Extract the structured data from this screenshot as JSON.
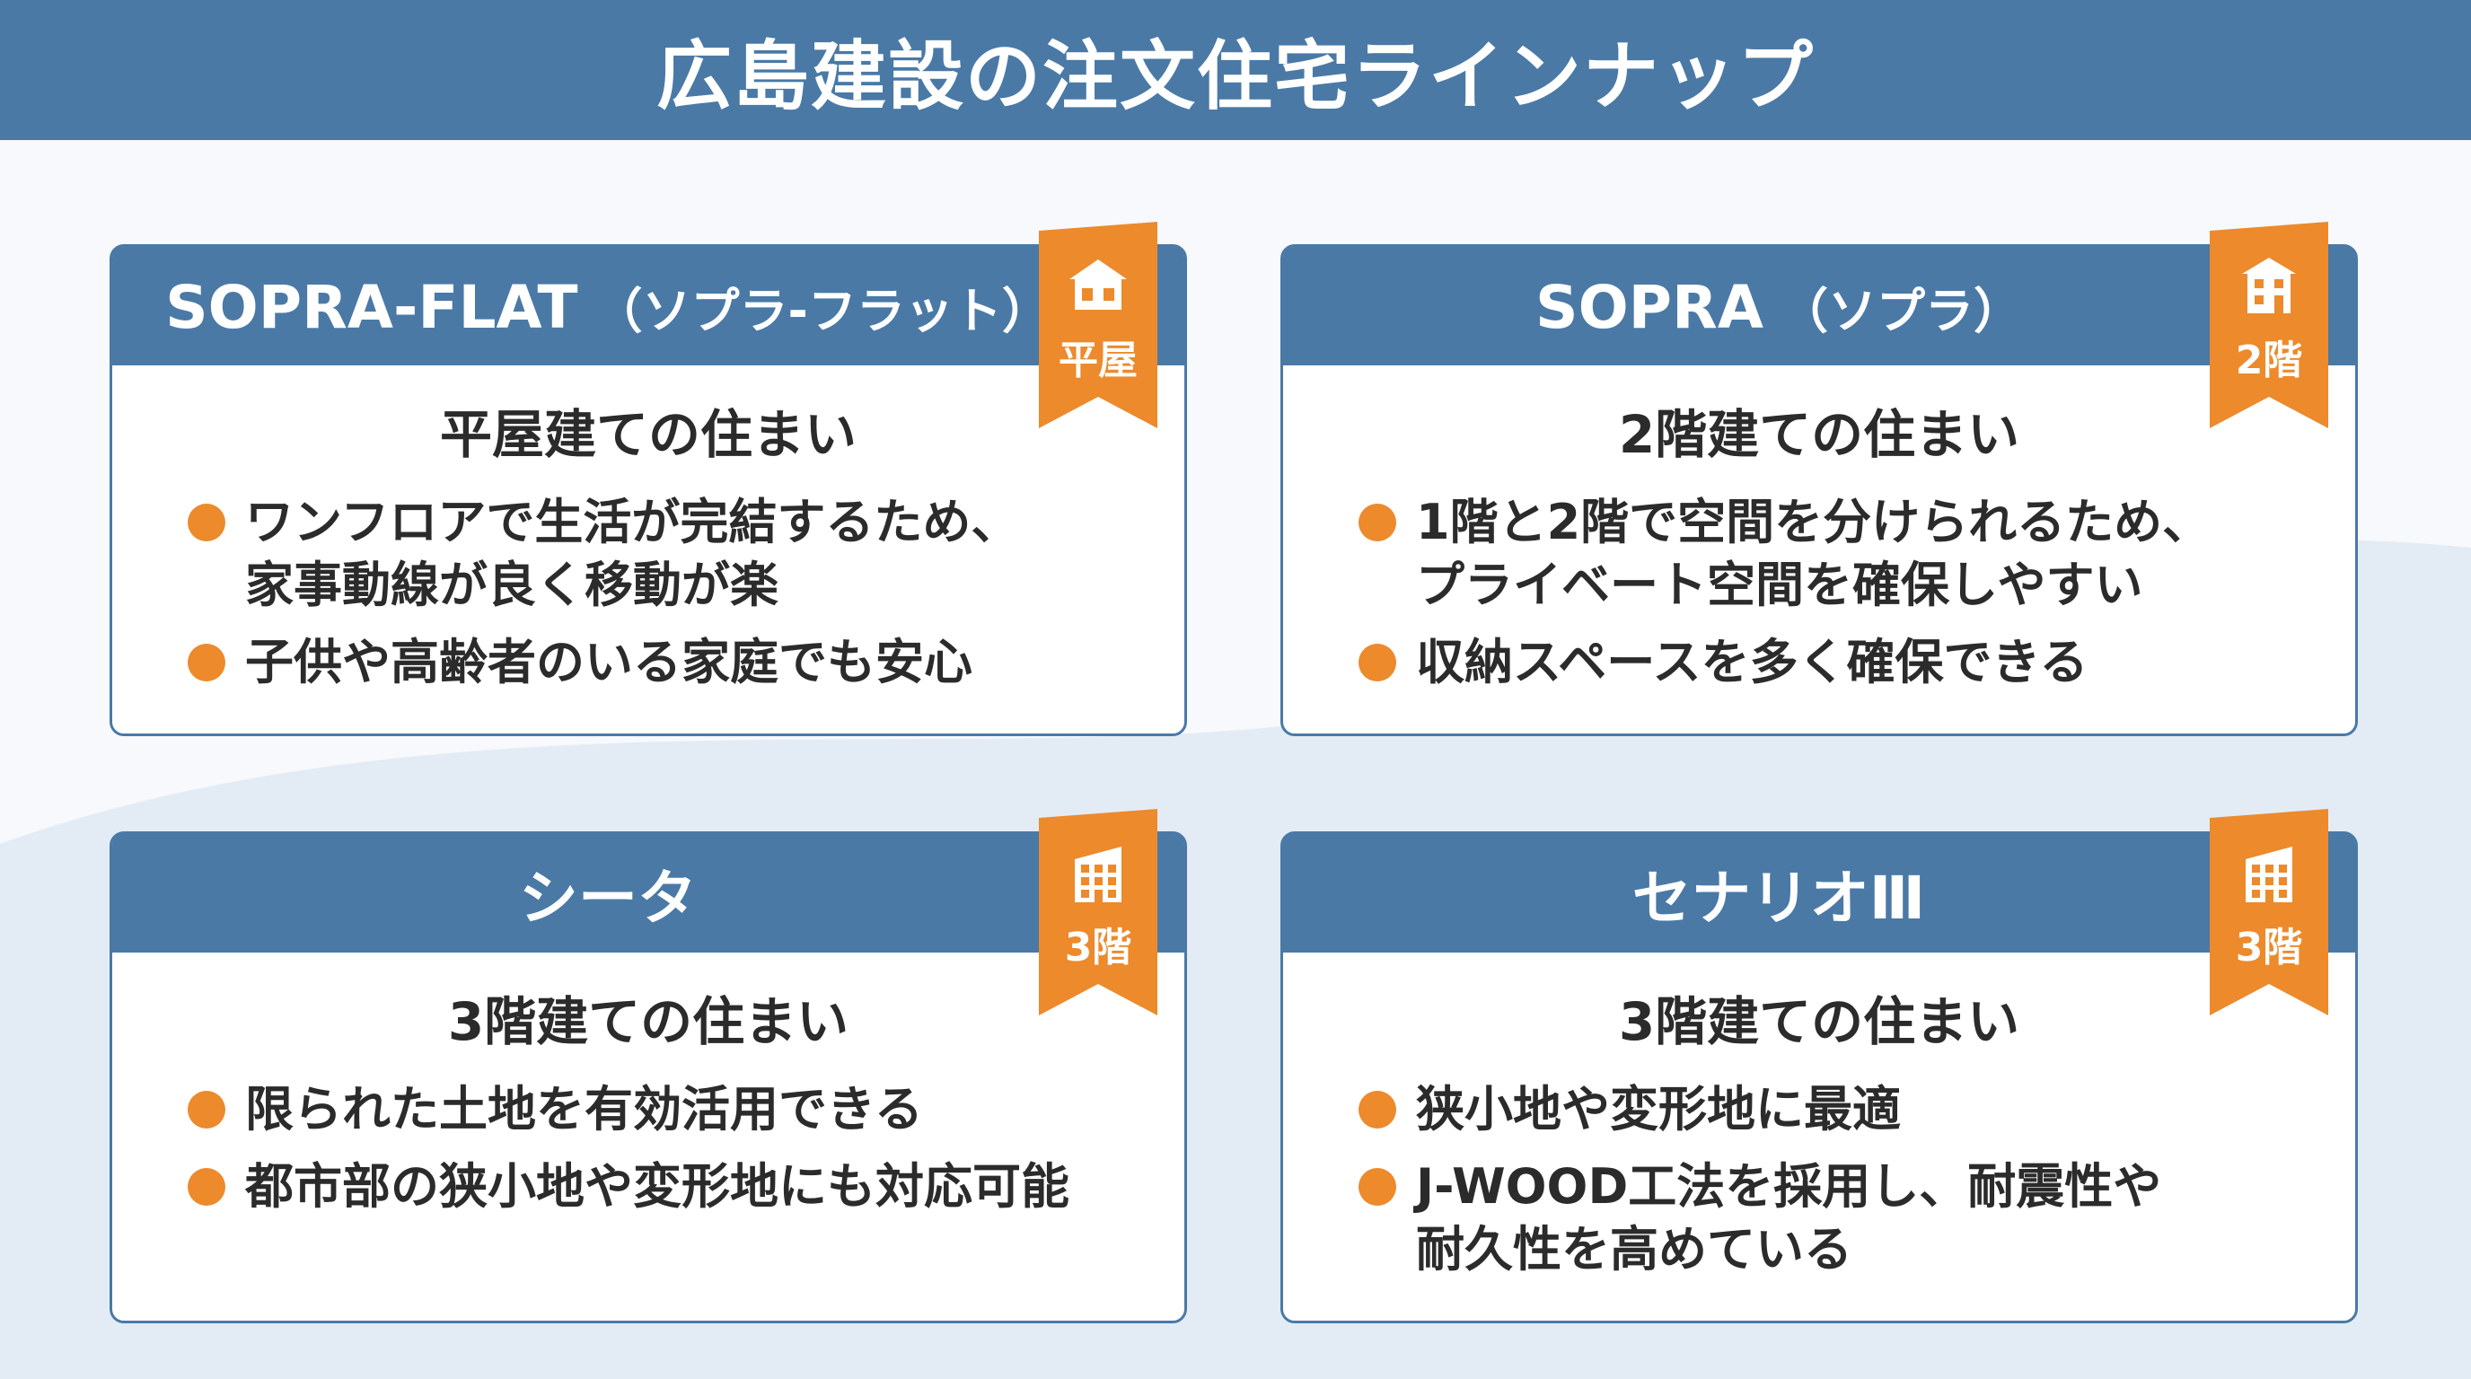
{
  "header": {
    "title": "広島建設の注文住宅ラインナップ"
  },
  "colors": {
    "primary": "#4a79a6",
    "accent": "#ec8a2c",
    "wave": "#e3ecf5"
  },
  "cards": [
    {
      "name": "SOPRA-FLAT",
      "kana": "（ソプラ-フラット）",
      "ribbon_label": "平屋",
      "ribbon_icon": "house-single-story-icon",
      "subtitle": "平屋建ての住まい",
      "points": [
        [
          "ワンフロアで生活が完結するため、",
          "家事動線が良く移動が楽"
        ],
        [
          "子供や高齢者のいる家庭でも安心"
        ]
      ]
    },
    {
      "name": "SOPRA",
      "kana": "（ソプラ）",
      "ribbon_label": "2階",
      "ribbon_icon": "house-two-story-icon",
      "subtitle": "2階建ての住まい",
      "points": [
        [
          "1階と2階で空間を分けられるため、",
          "プライベート空間を確保しやすい"
        ],
        [
          "収納スペースを多く確保できる"
        ]
      ]
    },
    {
      "name": "シータ",
      "kana": "",
      "ribbon_label": "3階",
      "ribbon_icon": "building-three-story-icon",
      "subtitle": "3階建ての住まい",
      "points": [
        [
          "限られた土地を有効活用できる"
        ],
        [
          "都市部の狭小地や変形地にも対応可能"
        ]
      ]
    },
    {
      "name": "セナリオⅢ",
      "kana": "",
      "ribbon_label": "3階",
      "ribbon_icon": "building-three-story-icon",
      "subtitle": "3階建ての住まい",
      "points": [
        [
          "狭小地や変形地に最適"
        ],
        [
          "J-WOOD工法を採用し、耐震性や",
          "耐久性を高めている"
        ]
      ]
    }
  ]
}
